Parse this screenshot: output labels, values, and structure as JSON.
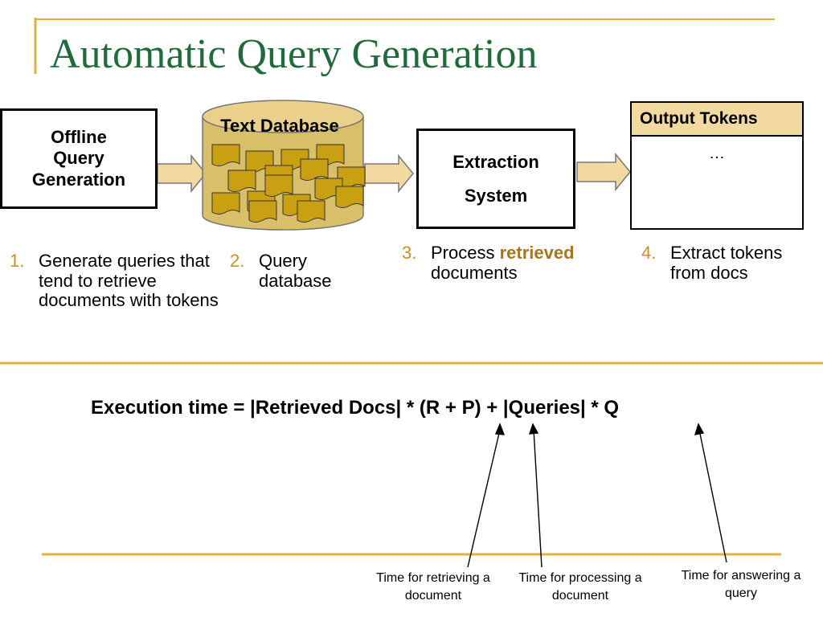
{
  "title": "Automatic Query Generation",
  "offline_box": {
    "label": "Offline\nQuery\nGeneration"
  },
  "database": {
    "label": "Text Database"
  },
  "extraction_box": {
    "label": "Extraction\nSystem"
  },
  "output_tokens": {
    "header": "Output Tokens",
    "content": "…"
  },
  "steps": [
    {
      "num": "1.",
      "text": "Generate queries that tend to retrieve documents with tokens"
    },
    {
      "num": "2.",
      "text": "Query database"
    },
    {
      "num": "3.",
      "text_before": "Process ",
      "highlight": "retrieved",
      "text_after": " documents"
    },
    {
      "num": "4.",
      "text": "Extract tokens from docs"
    }
  ],
  "formula": "Execution time = |Retrieved Docs| * (R + P) + |Queries| * Q",
  "notes": [
    {
      "text": "Time for retrieving a document"
    },
    {
      "text": "Time for processing a document"
    },
    {
      "text": "Time for answering a query"
    }
  ],
  "colors": {
    "title": "#1f6b3a",
    "accent_line": "#e0b040",
    "arrow_fill": "#f2d9a0",
    "cylinder": "#d9bf6a",
    "doc_fill": "#c9a012",
    "highlight": "#a9741e"
  }
}
